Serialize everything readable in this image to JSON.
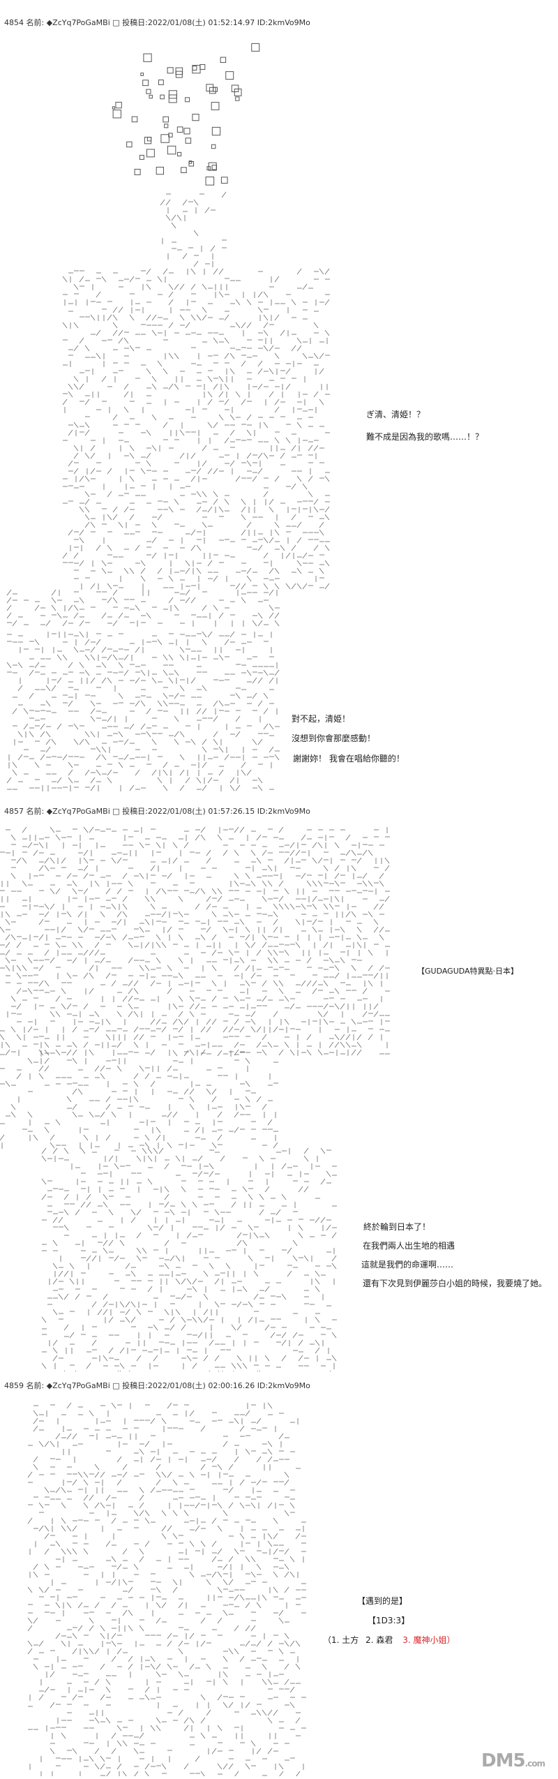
{
  "posts": [
    {
      "header": "4854 名前: ◆ZcYq7PoGaMBi □ 投稿日:2022/01/08(土) 01:52:14.97 ID:2kmVo9Mo",
      "dialogues": [
        [
          "ぎ清、清姫！？",
          "難不成是因為我的歌嗎……！？"
        ],
        [
          "對不起，清姫！",
          "沒想到你會那麼感動！",
          "謝謝妳！ 我會在唱給你聽的！"
        ]
      ]
    },
    {
      "header": "4857 名前: ◆ZcYq7PoGaMBi □ 投稿日:2022/01/08(土) 01:57:26.15 ID:2kmVo9Mo",
      "tag": "【GUDAGUDA特異點·日本】",
      "dialogues": [
        [
          "終於輪到日本了！",
          "在我們兩人出生地的相遇",
          "這就是我們的命運啊……",
          "還有下次見到伊麗莎白小姐的時候，我要燒了她。"
        ]
      ]
    },
    {
      "header": "4859 名前: ◆ZcYq7PoGaMBi □ 投稿日:2022/01/08(土) 02:00:16.26 ID:2kmVo9Mo",
      "prompt": "【遇到的是】",
      "roll": "【1D3:3】",
      "options": {
        "open": "（1. 土方",
        "opt2": "2. 森君",
        "opt3": "3. 魔神小姐）"
      }
    }
  ],
  "watermark": {
    "text": "DM5",
    "suffix": ".com"
  },
  "colors": {
    "highlight": "#d8262b"
  }
}
